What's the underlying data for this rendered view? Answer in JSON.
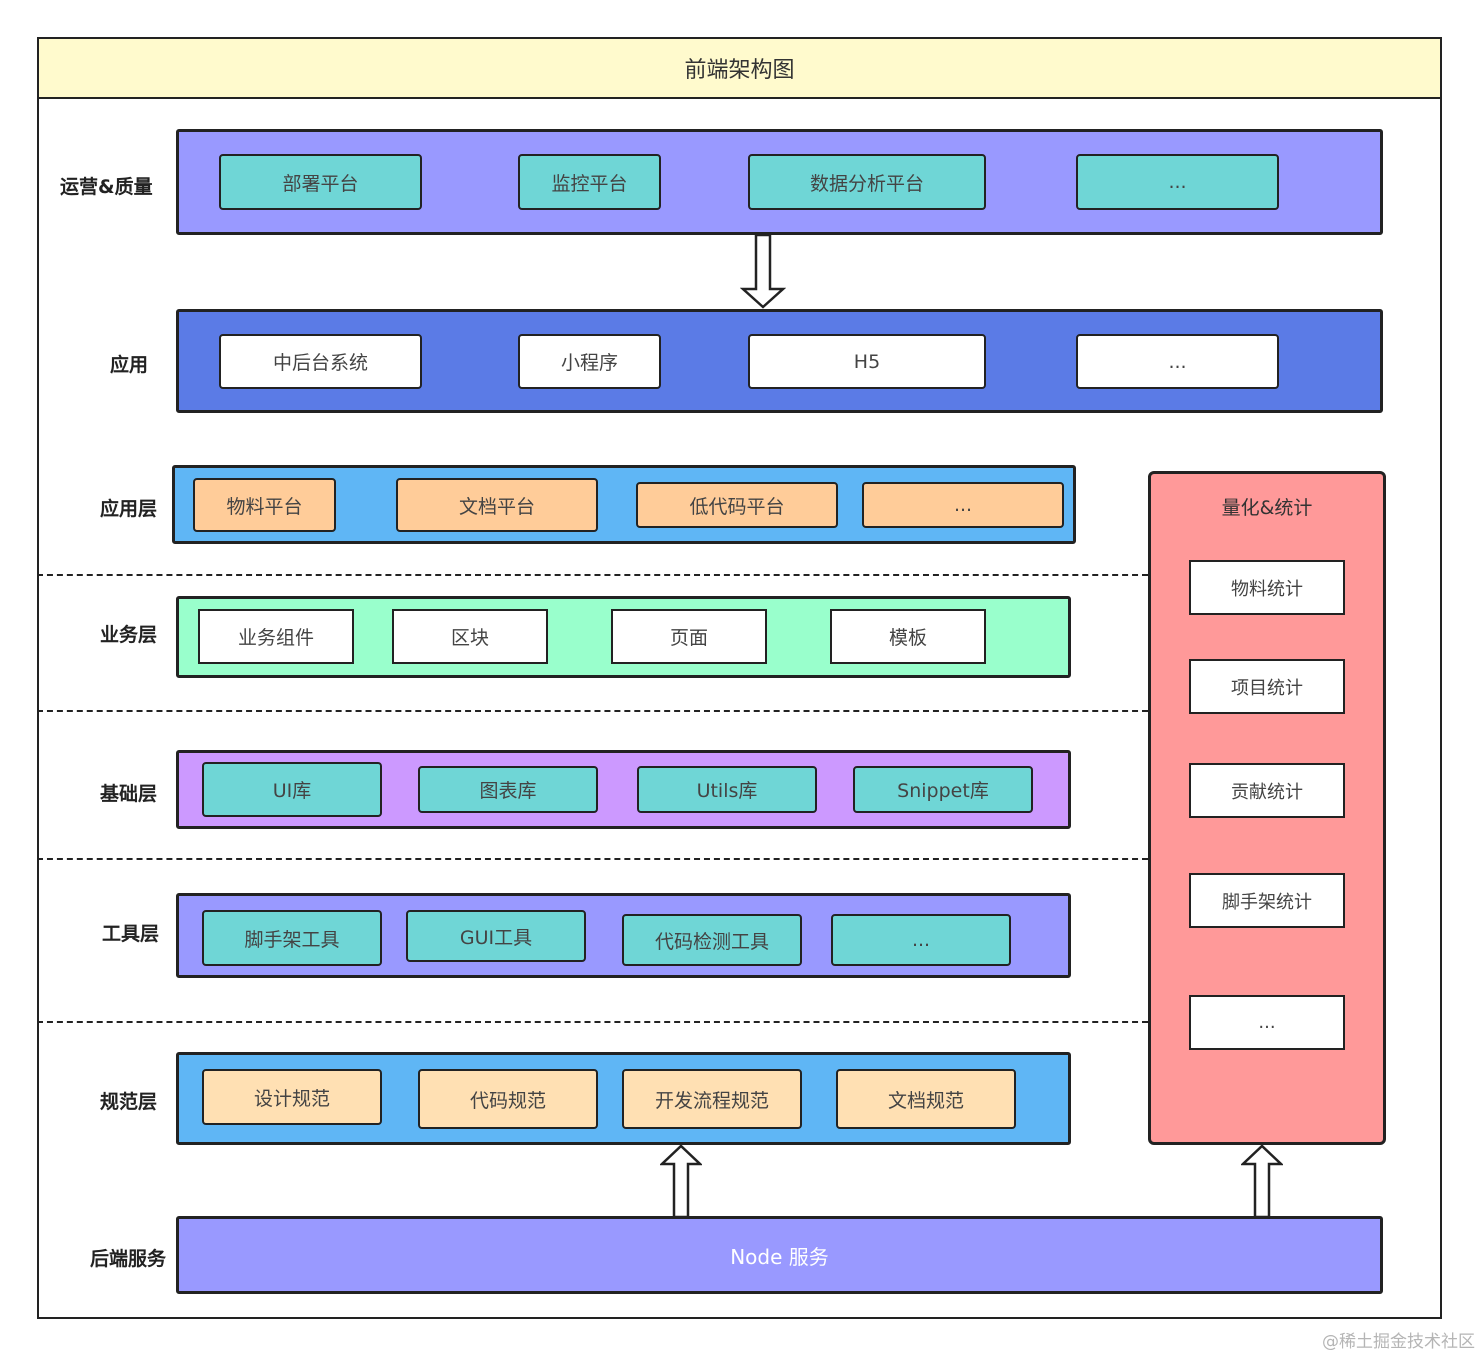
{
  "title": "前端架构图",
  "colors": {
    "title_bg": "#fffacd",
    "ops_band": "#9999ff",
    "app_band": "#5b7be6",
    "applayer_band": "#5fb6f5",
    "biz_band": "#99ffcc",
    "base_band": "#cc99ff",
    "tool_band": "#9999ff",
    "spec_band": "#5fb6f5",
    "backend_band": "#9999ff",
    "teal_box": "#6fd6d6",
    "orange_box": "#ffcc99",
    "peach_box": "#ffe0b3",
    "stat_panel": "#ff9999"
  },
  "rows": {
    "ops": {
      "label": "运营&质量",
      "items": [
        "部署平台",
        "监控平台",
        "数据分析平台",
        "..."
      ]
    },
    "app": {
      "label": "应用",
      "items": [
        "中后台系统",
        "小程序",
        "H5",
        "..."
      ]
    },
    "applayer": {
      "label": "应用层",
      "items": [
        "物料平台",
        "文档平台",
        "低代码平台",
        "..."
      ]
    },
    "biz": {
      "label": "业务层",
      "items": [
        "业务组件",
        "区块",
        "页面",
        "模板"
      ]
    },
    "base": {
      "label": "基础层",
      "items": [
        "UI库",
        "图表库",
        "Utils库",
        "Snippet库"
      ]
    },
    "tool": {
      "label": "工具层",
      "items": [
        "脚手架工具",
        "GUI工具",
        "代码检测工具",
        "..."
      ]
    },
    "spec": {
      "label": "规范层",
      "items": [
        "设计规范",
        "代码规范",
        "开发流程规范",
        "文档规范"
      ]
    },
    "backend": {
      "label": "后端服务",
      "service": "Node 服务"
    }
  },
  "stats": {
    "title": "量化&统计",
    "items": [
      "物料统计",
      "项目统计",
      "贡献统计",
      "脚手架统计",
      "..."
    ]
  },
  "watermark": "@稀土掘金技术社区"
}
